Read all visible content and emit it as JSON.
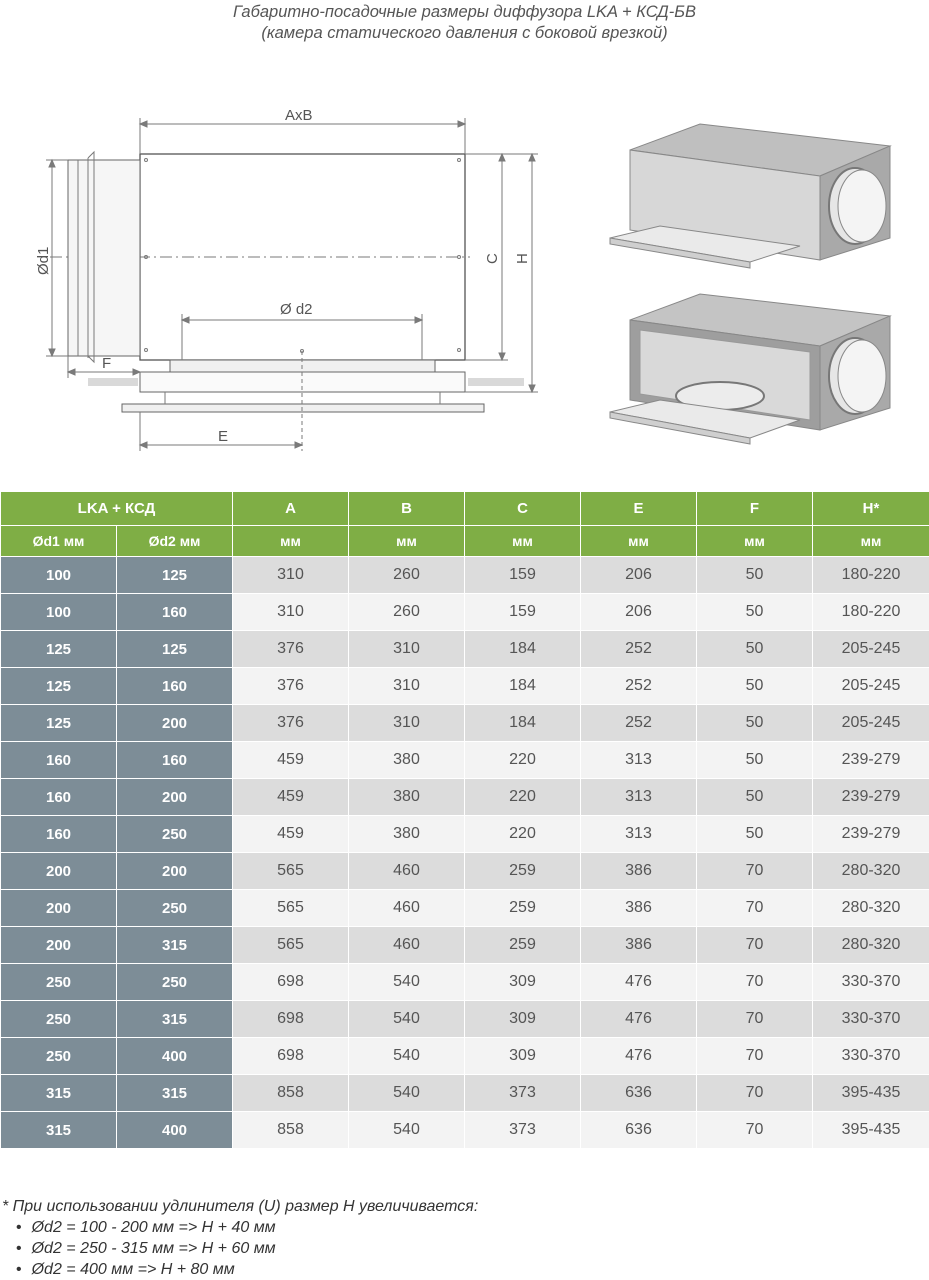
{
  "title": {
    "line1": "Габаритно-посадочные размеры диффузора LKA + КСД-БВ",
    "line2": "(камера статического давления с боковой врезкой)"
  },
  "drawing_labels": {
    "axb": "AxB",
    "d1": "Ød1",
    "d2": "Ø d2",
    "c": "C",
    "h": "H",
    "f": "F",
    "e": "E"
  },
  "table": {
    "group_header": "LKA + КСД",
    "columns": [
      "A",
      "B",
      "C",
      "E",
      "F",
      "H*"
    ],
    "key_columns": [
      "Ød1 мм",
      "Ød2 мм"
    ],
    "units": [
      "мм",
      "мм",
      "мм",
      "мм",
      "мм",
      "мм"
    ],
    "rows": [
      {
        "d1": "100",
        "d2": "125",
        "vals": [
          "310",
          "260",
          "159",
          "206",
          "50",
          "180-220"
        ]
      },
      {
        "d1": "100",
        "d2": "160",
        "vals": [
          "310",
          "260",
          "159",
          "206",
          "50",
          "180-220"
        ]
      },
      {
        "d1": "125",
        "d2": "125",
        "vals": [
          "376",
          "310",
          "184",
          "252",
          "50",
          "205-245"
        ]
      },
      {
        "d1": "125",
        "d2": "160",
        "vals": [
          "376",
          "310",
          "184",
          "252",
          "50",
          "205-245"
        ]
      },
      {
        "d1": "125",
        "d2": "200",
        "vals": [
          "376",
          "310",
          "184",
          "252",
          "50",
          "205-245"
        ]
      },
      {
        "d1": "160",
        "d2": "160",
        "vals": [
          "459",
          "380",
          "220",
          "313",
          "50",
          "239-279"
        ]
      },
      {
        "d1": "160",
        "d2": "200",
        "vals": [
          "459",
          "380",
          "220",
          "313",
          "50",
          "239-279"
        ]
      },
      {
        "d1": "160",
        "d2": "250",
        "vals": [
          "459",
          "380",
          "220",
          "313",
          "50",
          "239-279"
        ]
      },
      {
        "d1": "200",
        "d2": "200",
        "vals": [
          "565",
          "460",
          "259",
          "386",
          "70",
          "280-320"
        ]
      },
      {
        "d1": "200",
        "d2": "250",
        "vals": [
          "565",
          "460",
          "259",
          "386",
          "70",
          "280-320"
        ]
      },
      {
        "d1": "200",
        "d2": "315",
        "vals": [
          "565",
          "460",
          "259",
          "386",
          "70",
          "280-320"
        ]
      },
      {
        "d1": "250",
        "d2": "250",
        "vals": [
          "698",
          "540",
          "309",
          "476",
          "70",
          "330-370"
        ]
      },
      {
        "d1": "250",
        "d2": "315",
        "vals": [
          "698",
          "540",
          "309",
          "476",
          "70",
          "330-370"
        ]
      },
      {
        "d1": "250",
        "d2": "400",
        "vals": [
          "698",
          "540",
          "309",
          "476",
          "70",
          "330-370"
        ]
      },
      {
        "d1": "315",
        "d2": "315",
        "vals": [
          "858",
          "540",
          "373",
          "636",
          "70",
          "395-435"
        ]
      },
      {
        "d1": "315",
        "d2": "400",
        "vals": [
          "858",
          "540",
          "373",
          "636",
          "70",
          "395-435"
        ]
      }
    ]
  },
  "footnote": {
    "intro": "* При использовании удлинителя (U) размер H увеличивается:",
    "items": [
      "Ød2 = 100 - 200 мм => H + 40 мм",
      "Ød2 = 250 - 315 мм => H + 60 мм",
      "Ød2 = 400 мм => H + 80 мм"
    ]
  },
  "colors": {
    "header_green": "#7fae45",
    "key_column_gray": "#7d8d97",
    "row_odd": "#dcdcdc",
    "row_even": "#f3f3f3"
  }
}
